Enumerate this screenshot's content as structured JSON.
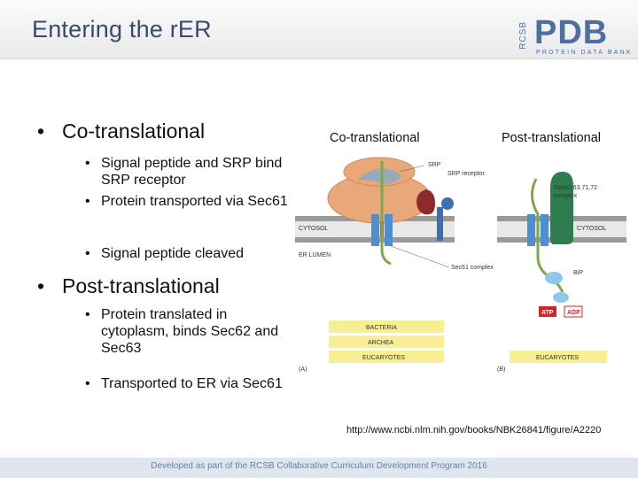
{
  "header": {
    "title": "Entering the rER",
    "logo": {
      "side_text": "RCSB",
      "main_text": "PDB",
      "sub_text": "PROTEIN DATA BANK"
    }
  },
  "bullets": {
    "co": {
      "label": "Co-translational",
      "items": [
        "Signal peptide and SRP bind SRP receptor",
        "Protein transported via Sec61",
        "Signal peptide cleaved"
      ]
    },
    "post": {
      "label": "Post-translational",
      "items": [
        "Protein translated in cytoplasm, binds Sec62 and Sec63",
        "Transported to ER via Sec61"
      ]
    }
  },
  "figure": {
    "panel_a_title": "Co-translational",
    "panel_b_title": "Post-translational",
    "labels": {
      "srp": "SRP",
      "srp_receptor": "SRP receptor",
      "sec_complex": "Sec62,63,71,72\ncomplex",
      "cytosol": "CYTOSOL",
      "er_lumen": "ER LUMEN",
      "sec61": "Sec61 complex",
      "bip": "BiP",
      "atp": "ATP",
      "adp": "ADP",
      "bacteria": "BACTERIA",
      "archea": "ARCHEA",
      "eucaryotes": "EUCARYOTES",
      "panel_a": "(A)",
      "panel_b": "(B)"
    },
    "colors": {
      "ribosome": "#e8a87a",
      "channel": "#4f8fd0",
      "membrane": "#8f8f8f",
      "label_box": "#f7ee95",
      "srp": "#9aa9b8",
      "receptor": "#8b2b2b",
      "sec62": "#2e7d4f",
      "atp": "#d9212b",
      "adp": "#d9212b"
    },
    "source_url": "http://www.ncbi.nlm.nih.gov/books/NBK26841/figure/A2220"
  },
  "footer": {
    "text": "Developed as part of the RCSB Collaborative Curriculum Development Program 2016"
  }
}
